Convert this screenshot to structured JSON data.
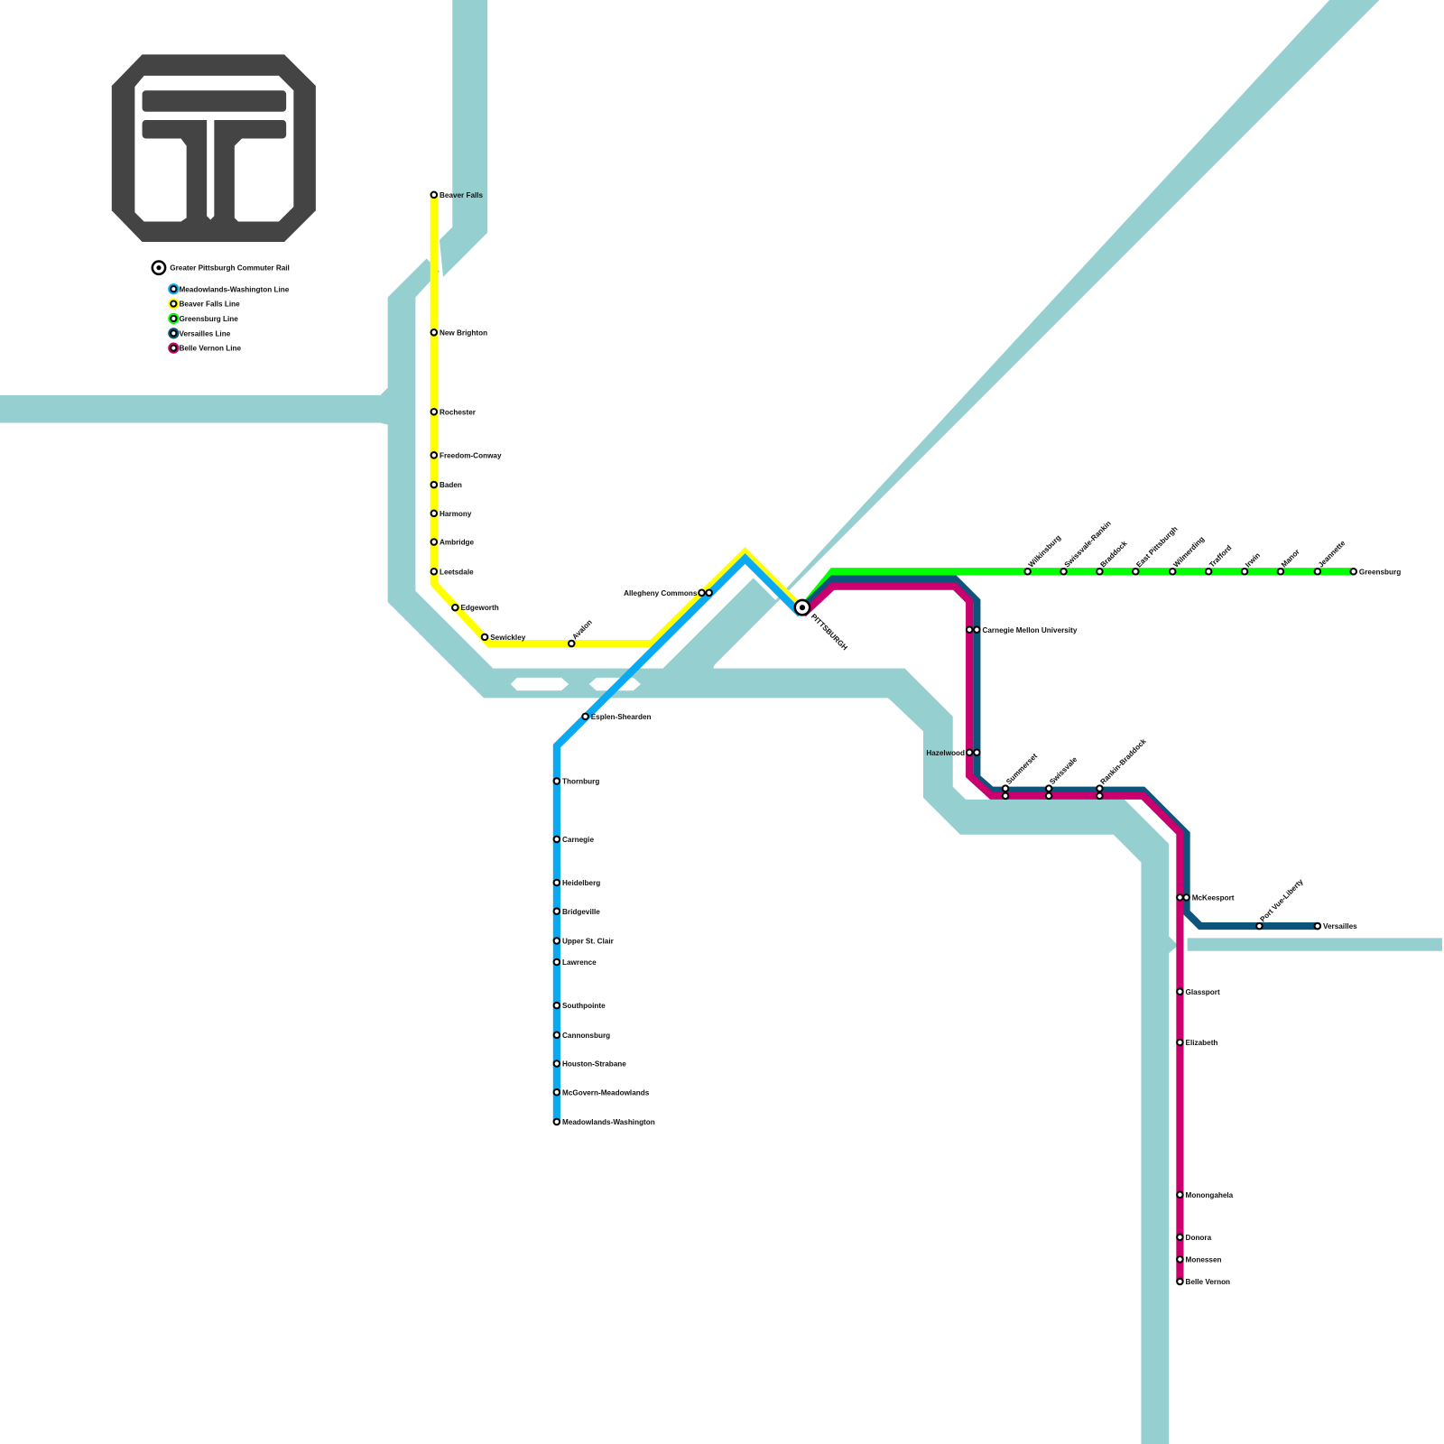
{
  "colors": {
    "water": "#96cfcf",
    "logo": "#444444",
    "background": "#ffffff",
    "station_stroke": "#000000"
  },
  "logo": {
    "name": "Greater Pittsburgh Commuter Rail logo",
    "icon": "t-octagon-logo"
  },
  "legend": {
    "system_name": "Greater Pittsburgh Commuter Rail",
    "lines": [
      {
        "id": "mw",
        "label": "Meadowlands-Washington Line",
        "color": "#0aa9f0"
      },
      {
        "id": "bf",
        "label": "Beaver Falls Line",
        "color": "#ffff00"
      },
      {
        "id": "gb",
        "label": "Greensburg Line",
        "color": "#00ff00"
      },
      {
        "id": "vs",
        "label": "Versailles Line",
        "color": "#0c5479"
      },
      {
        "id": "bv",
        "label": "Belle Vernon Line",
        "color": "#c9006e"
      }
    ]
  },
  "hub": {
    "name": "PITTSBURGH"
  },
  "stations": {
    "beaver_falls": [
      "Beaver Falls",
      "New Brighton",
      "Rochester",
      "Freedom-Conway",
      "Baden",
      "Harmony",
      "Ambridge",
      "Leetsdale",
      "Edgeworth",
      "Sewickley",
      "Avalon"
    ],
    "shared_north": [
      "Allegheny Commons"
    ],
    "meadowlands": [
      "Esplen-Shearden",
      "Thornburg",
      "Carnegie",
      "Heidelberg",
      "Bridgeville",
      "Upper St. Clair",
      "Lawrence",
      "Southpointe",
      "Cannonsburg",
      "Houston-Strabane",
      "McGovern-Meadowlands",
      "Meadowlands-Washington"
    ],
    "greensburg": [
      "Wilkinsburg",
      "Swissvale-Rankin",
      "Braddock",
      "East Pittsburgh",
      "Wilmerding",
      "Trafford",
      "Irwin",
      "Manor",
      "Jeannette",
      "Greensburg"
    ],
    "shared_south": [
      "Carnegie Mellon University",
      "Hazelwood",
      "Summerset",
      "Swissvale",
      "Rankin-Braddock",
      "McKeesport"
    ],
    "versailles": [
      "Port Vue-Liberty",
      "Versailles"
    ],
    "belle_vernon": [
      "Glassport",
      "Elizabeth",
      "Monongahela",
      "Donora",
      "Monessen",
      "Belle Vernon"
    ]
  }
}
